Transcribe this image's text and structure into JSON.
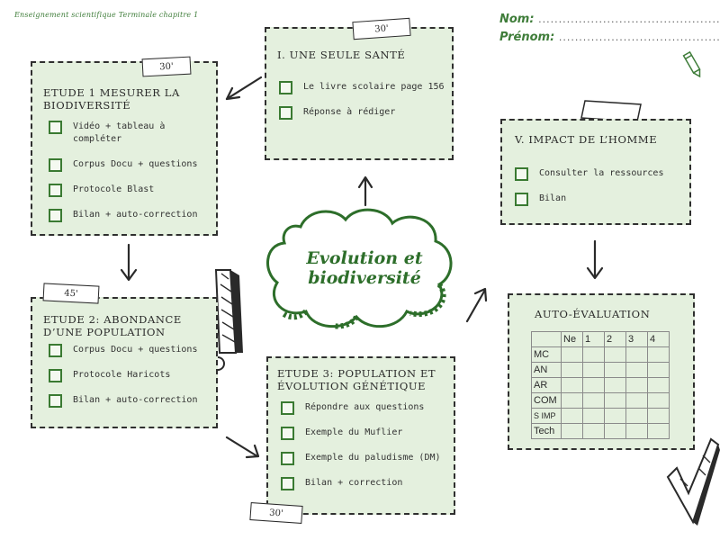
{
  "header": {
    "subtitle": "Enseignement scientifique Terminale chapitre 1",
    "nom_label": "Nom:",
    "prenom_label": "Prénom:",
    "dots": "................................................"
  },
  "center": {
    "line1": "Evolution et",
    "line2": "biodiversité"
  },
  "cards": {
    "etude1": {
      "time": "30'",
      "title_line1": "ETUDE 1 MESURER LA",
      "title_line2": "BIODIVERSITÉ",
      "items": [
        "Vidéo + tableau à compléter",
        "Corpus Docu + questions",
        "Protocole Blast",
        "Bilan + auto-correction"
      ]
    },
    "sante": {
      "time": "30'",
      "title": "I. UNE SEULE SANTÉ",
      "items": [
        "Le livre scolaire page 156",
        "Réponse à rédiger"
      ]
    },
    "impact": {
      "title": "V. IMPACT DE L’HOMME",
      "items": [
        "Consulter la ressources",
        "Bilan"
      ]
    },
    "etude2": {
      "time": "45'",
      "title_line1": "ETUDE 2: ABONDANCE",
      "title_line2": "D’UNE POPULATION",
      "items": [
        "Corpus Docu + questions",
        "Protocole Haricots",
        "Bilan + auto-correction"
      ]
    },
    "etude3": {
      "time": "30'",
      "title_line1": "ETUDE 3: POPULATION ET",
      "title_line2": "ÉVOLUTION GÉNÉTIQUE",
      "items": [
        "Répondre aux questions",
        "Exemple du Muflier",
        "Exemple du paludisme (DM)",
        "Bilan + correction"
      ]
    },
    "auto": {
      "title": "AUTO-ÉVALUATION",
      "columns": [
        "",
        "Ne",
        "1",
        "2",
        "3",
        "4"
      ],
      "rows": [
        "MC",
        "AN",
        "AR",
        "COM",
        "S IMP",
        "Tech"
      ]
    }
  },
  "colors": {
    "card_bg": "#e4f0de",
    "accent": "#3a7a32",
    "ink": "#2a2a2a"
  }
}
